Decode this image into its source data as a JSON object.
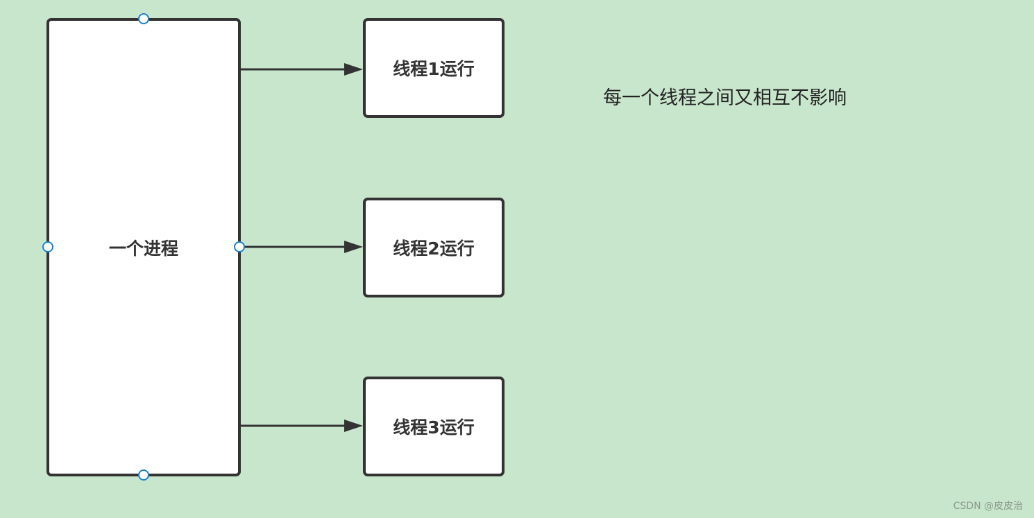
{
  "diagram": {
    "process_label": "一个进程",
    "threads": [
      {
        "label": "线程1运行"
      },
      {
        "label": "线程2运行"
      },
      {
        "label": "线程3运行"
      }
    ],
    "note": "每一个线程之间又相互不影响"
  },
  "watermark": "CSDN @皮皮治",
  "colors": {
    "background": "#c8e6cc",
    "node_fill": "#ffffff",
    "node_border": "#333333",
    "selection_handle": "#1a7fd6"
  }
}
